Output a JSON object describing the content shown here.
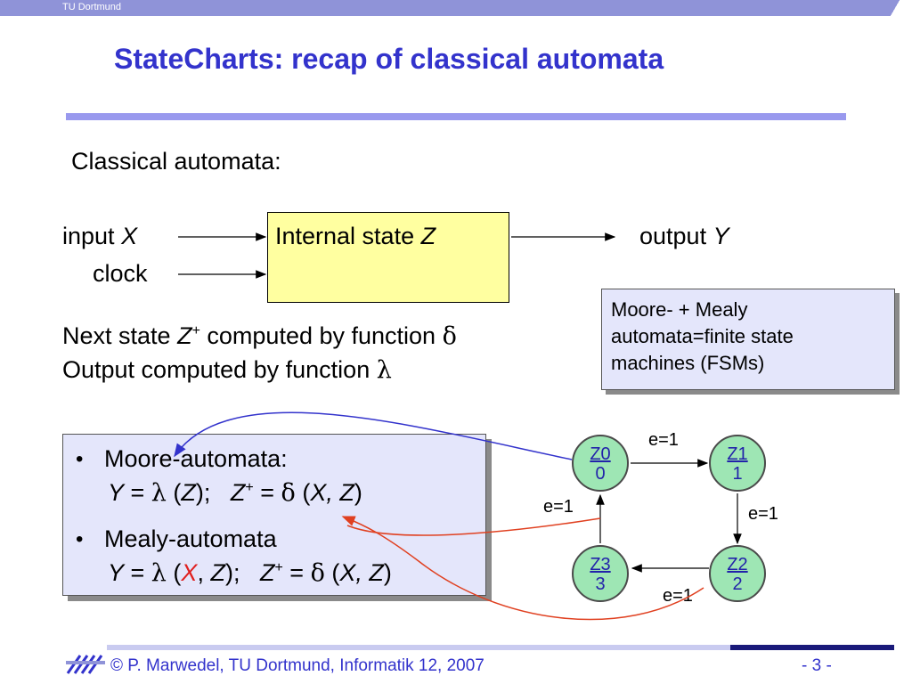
{
  "header": {
    "org": "TU Dortmund"
  },
  "title": "StateCharts: recap of classical automata",
  "intro": "Classical automata:",
  "diagram": {
    "input_label": "input ",
    "input_var": "X",
    "clock_label": "clock",
    "state_label": "Internal state ",
    "state_var": "Z",
    "output_label": "output ",
    "output_var": "Y"
  },
  "next_state": {
    "prefix": "Next state ",
    "var": "Z",
    "sup": "+",
    "suffix": " computed by function ",
    "symbol": "δ"
  },
  "output_func": {
    "prefix": "Output computed by function ",
    "symbol": "λ"
  },
  "fsm_note": [
    "Moore- + Mealy",
    "automata=finite state",
    "machines (FSMs)"
  ],
  "bullets": {
    "moore_title": "Moore-automata:",
    "mealy_title": "Mealy-automata",
    "bullet_char": "•"
  },
  "state_machine": {
    "states": [
      {
        "name": "Z0",
        "value": "0"
      },
      {
        "name": "Z1",
        "value": "1"
      },
      {
        "name": "Z2",
        "value": "2"
      },
      {
        "name": "Z3",
        "value": "3"
      }
    ],
    "transitions": [
      {
        "from": "Z0",
        "to": "Z1",
        "label": "e=1"
      },
      {
        "from": "Z1",
        "to": "Z2",
        "label": "e=1"
      },
      {
        "from": "Z2",
        "to": "Z3",
        "label": "e=1"
      },
      {
        "from": "Z3",
        "to": "Z0",
        "label": "e=1"
      }
    ]
  },
  "footer": {
    "copyright": "© P. Marwedel, TU Dortmund, Informatik 12, 2007",
    "page": "-  3 -"
  },
  "colors": {
    "title": "#3333cc",
    "state_box": "#ffffa0",
    "note_box": "#e4e6fb",
    "node_fill": "#9ee6b4",
    "highlight_red": "#e02020",
    "link_blue": "#3333cc",
    "link_red": "#e04020"
  }
}
